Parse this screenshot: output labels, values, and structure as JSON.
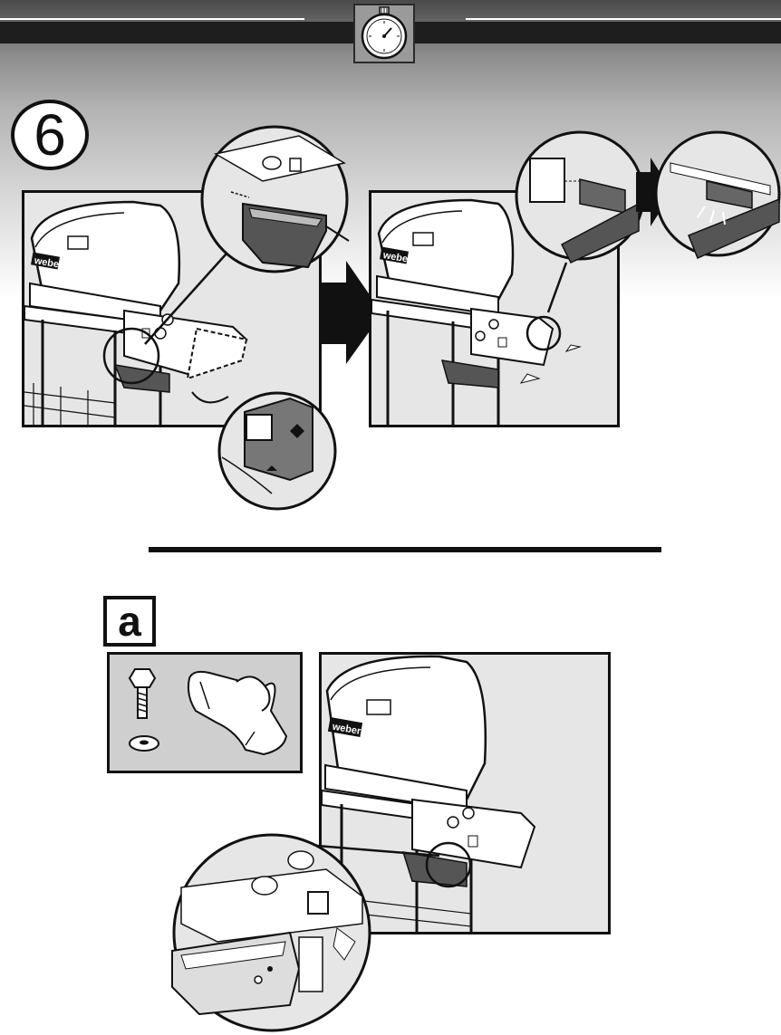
{
  "step": {
    "number": "6",
    "sub_step": "a"
  },
  "brand": {
    "logo_text": "weber"
  },
  "icons": {
    "timer": "stopwatch-icon",
    "arrow": "right-arrow-icon",
    "bolt": "hex-bolt-icon",
    "washer": "washer-icon",
    "bracket": "tool-holder-bracket-icon"
  },
  "colors": {
    "band_dark": "#1e1e1e",
    "panel_bg": "#e6e6e6",
    "line": "#111111"
  }
}
